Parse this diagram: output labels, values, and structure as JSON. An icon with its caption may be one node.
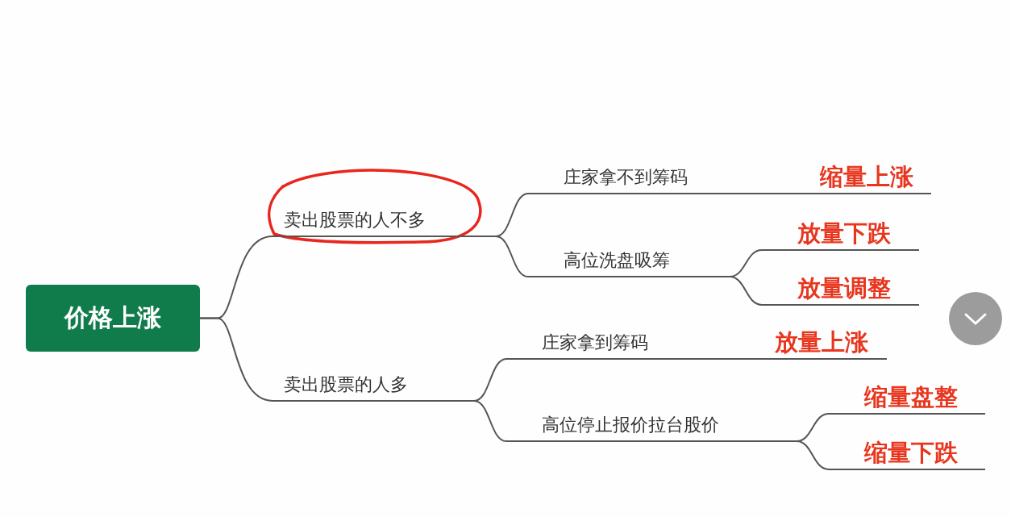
{
  "diagram": {
    "nodes": [
      {
        "text": [
          "价格上涨"
        ]
      },
      {
        "text": [
          "卖出股票的人不多"
        ]
      },
      {
        "text": [
          "庄家拿不到筹码"
        ]
      },
      {
        "text": [
          "缩量上涨"
        ]
      },
      {
        "text": [
          "高位洗盘吸筹"
        ]
      },
      {
        "text": [
          "放量下跌"
        ]
      },
      {
        "text": [
          "放量调整"
        ]
      },
      {
        "text": [
          "卖出股票的人多"
        ]
      },
      {
        "text": [
          "庄家拿到筹码"
        ]
      },
      {
        "text": [
          "放量上涨"
        ]
      },
      {
        "text": [
          "高位停止报价拉台股价"
        ]
      },
      {
        "text": [
          "缩量盘整"
        ]
      },
      {
        "text": [
          "缩量下跌"
        ]
      }
    ],
    "edges": [
      {
        "from": 0,
        "to": 1,
        "arrow": "none"
      },
      {
        "from": 0,
        "to": 7,
        "arrow": "none"
      },
      {
        "from": 1,
        "to": 2,
        "arrow": "none"
      },
      {
        "from": 1,
        "to": 4,
        "arrow": "none"
      },
      {
        "from": 2,
        "to": 3,
        "arrow": "none"
      },
      {
        "from": 4,
        "to": 5,
        "arrow": "none"
      },
      {
        "from": 4,
        "to": 6,
        "arrow": "none"
      },
      {
        "from": 7,
        "to": 8,
        "arrow": "none"
      },
      {
        "from": 7,
        "to": 10,
        "arrow": "none"
      },
      {
        "from": 8,
        "to": 9,
        "arrow": "none"
      },
      {
        "from": 10,
        "to": 11,
        "arrow": "none"
      },
      {
        "from": 10,
        "to": 12,
        "arrow": "none"
      }
    ]
  }
}
